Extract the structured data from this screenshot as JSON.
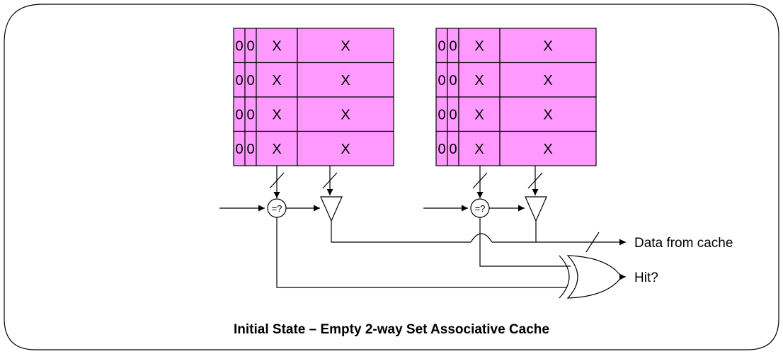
{
  "caption": "Initial State – Empty 2-way Set Associative Cache",
  "colors": {
    "cell_fill": "#ff99ff",
    "stroke": "#000000",
    "background": "#ffffff"
  },
  "ways": [
    {
      "rows": [
        {
          "v": "0",
          "d": "0",
          "tag": "X",
          "data": "X"
        },
        {
          "v": "0",
          "d": "0",
          "tag": "X",
          "data": "X"
        },
        {
          "v": "0",
          "d": "0",
          "tag": "X",
          "data": "X"
        },
        {
          "v": "0",
          "d": "0",
          "tag": "X",
          "data": "X"
        }
      ],
      "comparator_label": "=?"
    },
    {
      "rows": [
        {
          "v": "0",
          "d": "0",
          "tag": "X",
          "data": "X"
        },
        {
          "v": "0",
          "d": "0",
          "tag": "X",
          "data": "X"
        },
        {
          "v": "0",
          "d": "0",
          "tag": "X",
          "data": "X"
        },
        {
          "v": "0",
          "d": "0",
          "tag": "X",
          "data": "X"
        }
      ],
      "comparator_label": "=?"
    }
  ],
  "outputs": {
    "data_label": "Data from cache",
    "hit_label": "Hit?"
  }
}
